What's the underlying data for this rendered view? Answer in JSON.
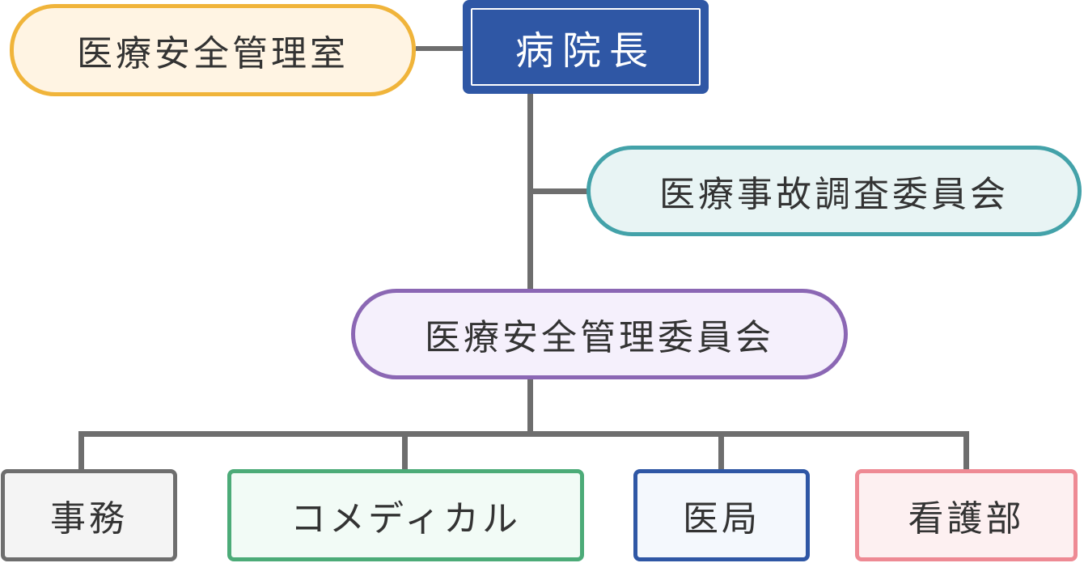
{
  "org_chart": {
    "director": "病院長",
    "safety_office": "医療安全管理室",
    "accident_committee": "医療事故調査委員会",
    "safety_committee": "医療安全管理委員会",
    "departments": [
      {
        "label": "事務"
      },
      {
        "label": "コメディカル"
      },
      {
        "label": "医局"
      },
      {
        "label": "看護部"
      }
    ]
  },
  "colors": {
    "director_fill": "#2f57a5",
    "safety_office_border": "#f0b43a",
    "accident_committee_border": "#43a2a9",
    "safety_committee_border": "#8b67b4",
    "admin_border": "#6e6e6e",
    "comedical_border": "#4cab78",
    "medical_border": "#2f57a5",
    "nursing_border": "#ee8a94",
    "connector": "#6e6e6e"
  }
}
